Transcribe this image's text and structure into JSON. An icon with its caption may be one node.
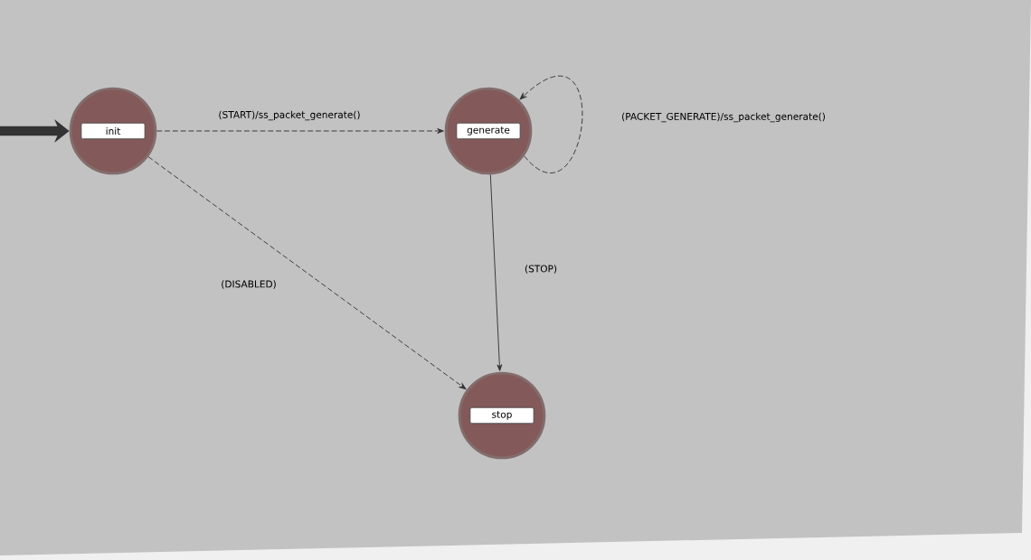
{
  "diagram": {
    "nodes": [
      {
        "text": [
          "init"
        ]
      },
      {
        "text": [
          "generate"
        ]
      },
      {
        "text": [
          "stop"
        ]
      }
    ],
    "edges": [
      {
        "from": null,
        "to": 0,
        "arrow": "to",
        "style": "thick"
      },
      {
        "from": 0,
        "to": 1,
        "arrow": "to",
        "style": "dashed",
        "label": "(START)/ss_packet_generate()"
      },
      {
        "from": 1,
        "to": 1,
        "arrow": "to",
        "style": "dashed",
        "label": "(PACKET_GENERATE)/ss_packet_generate()"
      },
      {
        "from": 1,
        "to": 2,
        "arrow": "to",
        "label": "(STOP)"
      },
      {
        "from": 0,
        "to": 2,
        "arrow": "to",
        "style": "dashed",
        "label": "(DISABLED)"
      }
    ]
  }
}
